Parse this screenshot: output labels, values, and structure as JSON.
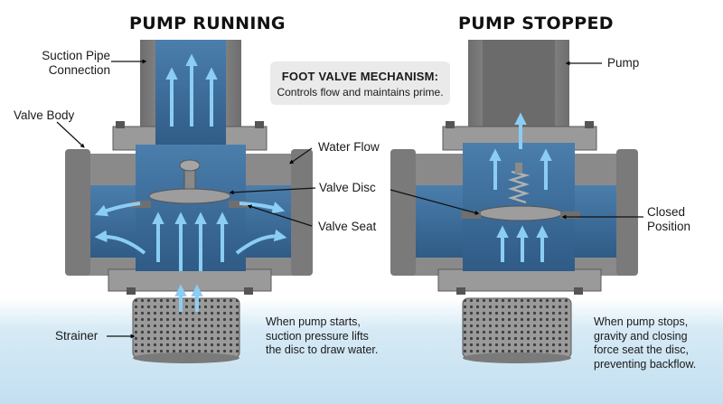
{
  "titles": {
    "running": "PUMP RUNNING",
    "stopped": "PUMP STOPPED"
  },
  "callout": {
    "heading": "FOOT VALVE MECHANISM:",
    "text": "Controls flow and maintains prime."
  },
  "labels": {
    "suction_line1": "Suction Pipe",
    "suction_line2": "Connection",
    "valve_body": "Valve Body",
    "water_flow": "Water Flow",
    "valve_disc": "Valve Disc",
    "valve_seat": "Valve Seat",
    "strainer": "Strainer",
    "pump": "Pump",
    "closed_line1": "Closed",
    "closed_line2": "Position"
  },
  "notes": {
    "running": [
      "When pump starts,",
      "suction pressure lifts",
      "the disc to draw water."
    ],
    "stopped": [
      "When pump stops,",
      "gravity and closing",
      "force seat the disc,",
      "preventing backflow."
    ]
  },
  "colors": {
    "water": "#3e6f9e",
    "water_dark": "#274e75",
    "arrow": "#7fc3f0",
    "metal": "#8e8e8e",
    "metal_dark": "#5a5a5a",
    "ground_water": "#cfe6f3"
  }
}
